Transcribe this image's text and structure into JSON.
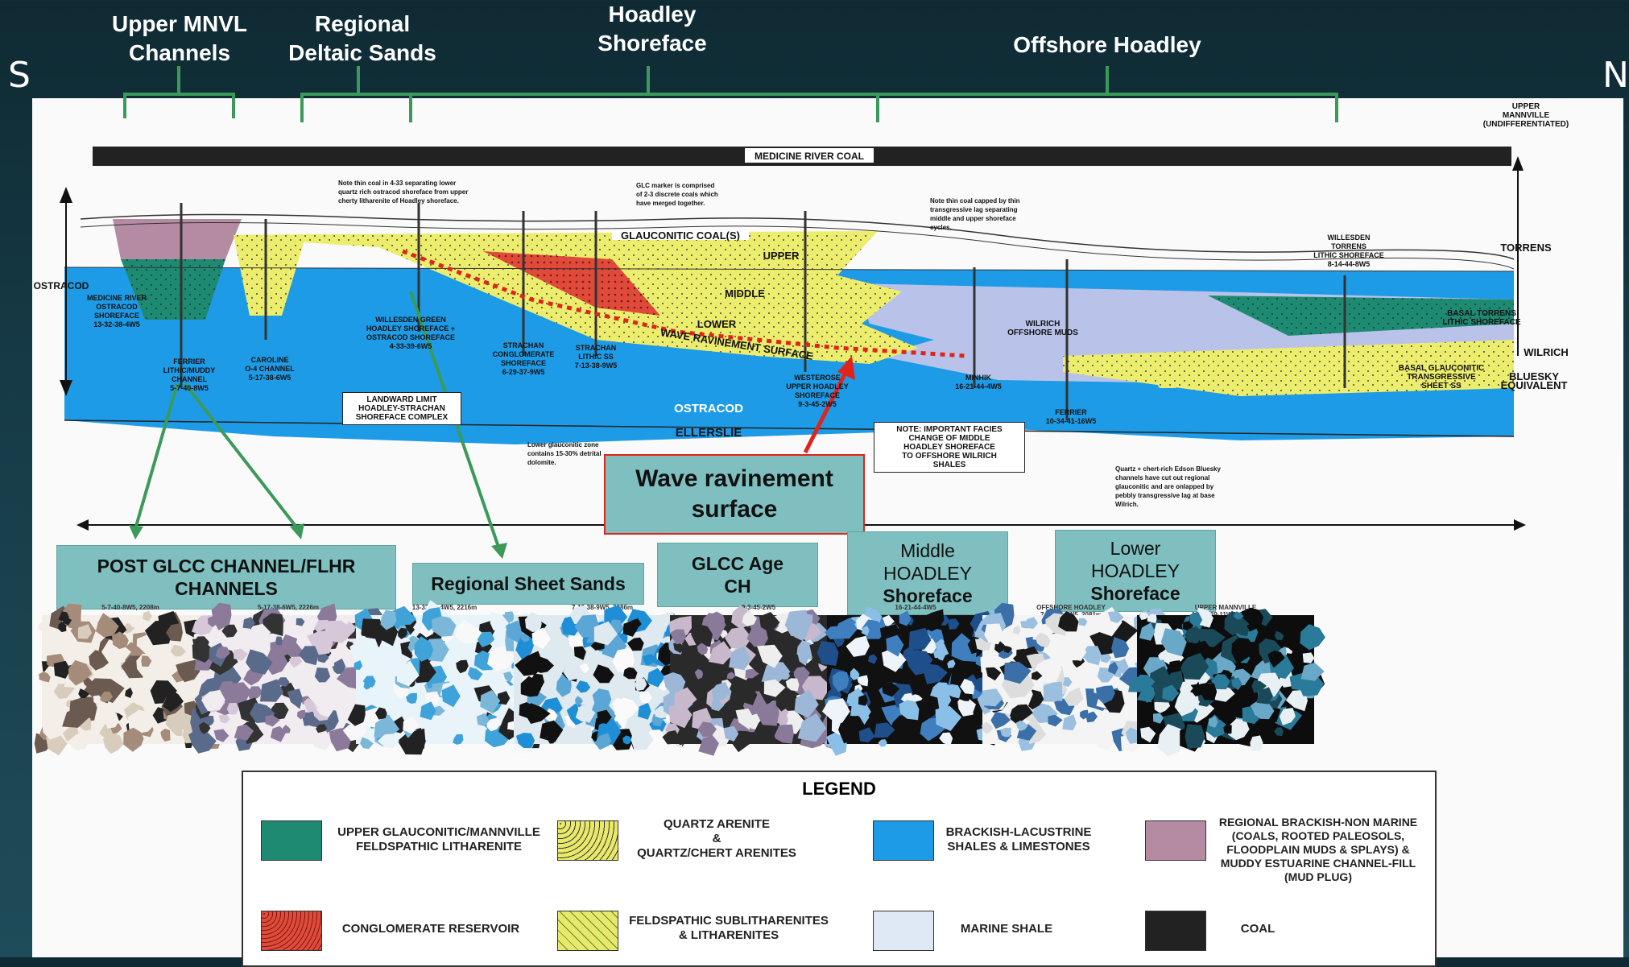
{
  "header": {
    "labels": [
      {
        "id": "upper-mnvl",
        "text": "Upper MNVL\nChannels"
      },
      {
        "id": "regional-deltaic",
        "text": "Regional\nDeltaic Sands"
      },
      {
        "id": "hoadley-shoreface",
        "text": "Hoadley\nShoreface"
      },
      {
        "id": "offshore-hoadley",
        "text": "Offshore Hoadley"
      }
    ],
    "south": "S",
    "north": "N"
  },
  "section": {
    "medicine_river_coal": "MEDICINE RIVER COAL",
    "upper_mannville": "UPPER\nMANNVILLE\n(UNDIFFERENTIATED)",
    "torrens": "TORRENS",
    "wilrich": "WILRICH",
    "bluesky": "BLUESKY\nEQUIVALENT",
    "ostracod_left": "OSTRACOD",
    "ostracod": "OSTRACOD",
    "ellerslie": "ELLERSLIE",
    "glauconitic_coals": "GLAUCONITIC COAL(S)",
    "upper": "UPPER",
    "middle": "MIDDLE",
    "lower": "LOWER",
    "wave_ravinement_surface_label": "WAVE RAVINEMENT SURFACE",
    "wilrich_offshore_muds": "WILRICH\nOFFSHORE MUDS",
    "basal_torrens": "BASAL TORRENS\nLITHIC SHOREFACE",
    "basal_glauconitic": "BASAL GLAUCONITIC\nTRANSGRESSIVE\nSHEET SS",
    "landward_limit": "LANDWARD LIMIT\nHOADLEY-STRACHAN\nSHOREFACE COMPLEX",
    "facies_note": "NOTE: IMPORTANT FACIES\nCHANGE OF MIDDLE\nHOADLEY SHOREFACE\nTO OFFSHORE WILRICH\nSHALES",
    "note_coal": "Note thin coal in 4-33 separating lower\nquartz rich ostracod shoreface from upper\ncherty litharenite of Hoadley shoreface.",
    "note_glc": "GLC marker is comprised\nof 2-3 discrete coals which\nhave merged together.",
    "note_thin_coal": "Note thin coal capped by thin\ntransgressive lag separating\nmiddle and upper shoreface\ncycles.",
    "note_lower_glauc": "Lower glauconitic zone\ncontains 15-30% detrital\ndolomite.",
    "note_bluesky": "Quartz + chert-rich Edson Bluesky\nchannels have cut out regional\nglauconitic and are onlapped by\npebbly transgressive lag at base\nWilrich.",
    "wells": [
      "MEDICINE RIVER\nOSTRACOD\nSHOREFACE\n13-32-38-4W5",
      "FERRIER\nLITHIC/MUDDY\nCHANNEL\n5-7-40-8W5",
      "CAROLINE\nO-4 CHANNEL\n5-17-38-6W5",
      "WILLESDEN GREEN\nHOADLEY SHOREFACE +\nOSTRACOD SHOREFACE\n4-33-39-6W5",
      "STRACHAN\nCONGLOMERATE\nSHOREFACE\n6-29-37-9W5",
      "STRACHAN\nLITHIC SS\n7-13-38-9W5",
      "WESTEROSE\nUPPER HOADLEY\nSHOREFACE\n9-3-45-2W5",
      "MINHIK\n16-21-44-4W5",
      "FERRIER\n10-34-41-16W5",
      "WILLESDEN\nTORRENS\nLITHIC SHOREFACE\n8-14-44-8W5"
    ]
  },
  "callout": {
    "wave_ravinement": "Wave ravinement\nsurface"
  },
  "facies_boxes": [
    {
      "id": "post-glcc",
      "lines": [
        "POST GLCC CHANNEL/FLHR",
        "CHANNELS"
      ]
    },
    {
      "id": "regional-sheet",
      "lines": [
        "Regional Sheet Sands"
      ]
    },
    {
      "id": "glcc-age",
      "lines": [
        "GLCC Age",
        "CH"
      ]
    },
    {
      "id": "middle-hoadley",
      "lines": [
        "Middle",
        "HOADLEY",
        "Shoreface"
      ]
    },
    {
      "id": "lower-hoadley",
      "lines": [
        "Lower",
        "HOADLEY",
        "Shoreface"
      ]
    }
  ],
  "thumb_captions": [
    "5-7-40-8W5, 2208m",
    "5-17-38-6W5, 2226m",
    "13-32-38-4W5, 2216m",
    "7-13-38-9W5, 2286m",
    "9-3-45-2W5",
    "16-21-44-4W5",
    "OFFSHORE HOADLEY\n7-34-43-4W5, 2081m",
    "UPPER MANNVILLE\n16-13-39-11W5, 3232m"
  ],
  "legend": {
    "title": "LEGEND",
    "items": [
      {
        "text": "UPPER GLAUCONITIC/MANNVILLE\nFELDSPATHIC LITHARENITE",
        "color": "#1f8a72"
      },
      {
        "text": "QUARTZ ARENITE\n&\nQUARTZ/CHERT ARENITES",
        "color": "#e8e86a"
      },
      {
        "text": "BRACKISH-LACUSTRINE\nSHALES & LIMESTONES",
        "color": "#1e9be6"
      },
      {
        "text": "REGIONAL BRACKISH-NON MARINE\n(COALS, ROOTED PALEOSOLS,\nFLOODPLAIN MUDS & SPLAYS) &\nMUDDY ESTUARINE CHANNEL-FILL\n(MUD PLUG)",
        "color": "#b58aa3"
      },
      {
        "text": "CONGLOMERATE RESERVOIR",
        "color": "#e04a3a"
      },
      {
        "text": "FELDSPATHIC SUBLITHARENITES\n& LITHARENITES",
        "color": "#e8e86a"
      },
      {
        "text": "MARINE SHALE",
        "color": "#dfe8f5"
      },
      {
        "text": "COAL",
        "color": "#222222"
      }
    ]
  },
  "colors": {
    "green_bracket": "#3b9a5a",
    "teal_box": "#7fbfbf",
    "callout_red": "#e0241b"
  }
}
